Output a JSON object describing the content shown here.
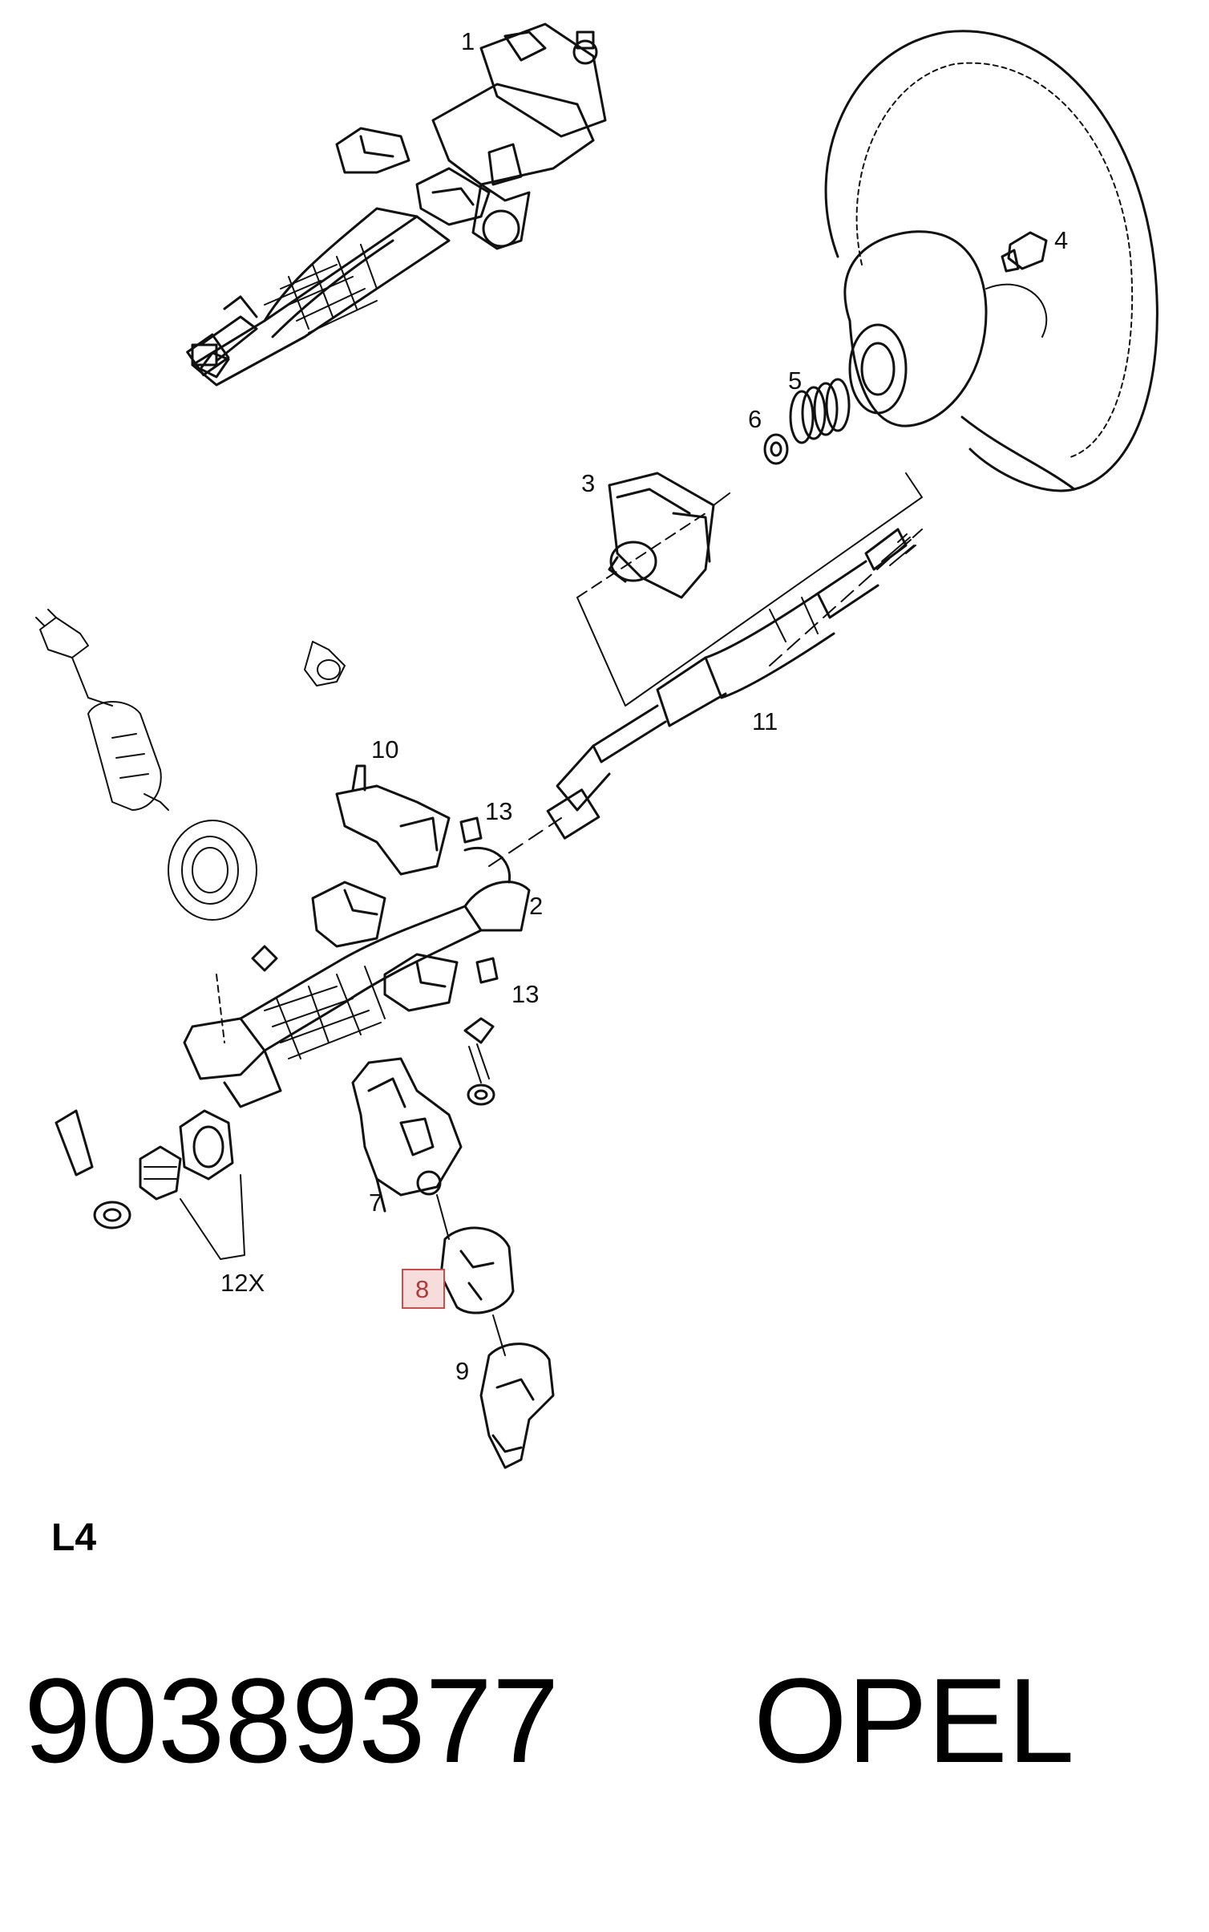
{
  "diagram": {
    "callouts": {
      "c1": "1",
      "c2": "2",
      "c3": "3",
      "c4": "4",
      "c5": "5",
      "c6": "6",
      "c7": "7",
      "c8": "8",
      "c9": "9",
      "c10": "10",
      "c11": "11",
      "c12": "12X",
      "c13a": "13",
      "c13b": "13"
    },
    "highlighted_callout": "8",
    "highlight_color": "#c94f4f"
  },
  "footer": {
    "section_code": "L4",
    "part_number": "90389377",
    "brand": "OPEL"
  }
}
